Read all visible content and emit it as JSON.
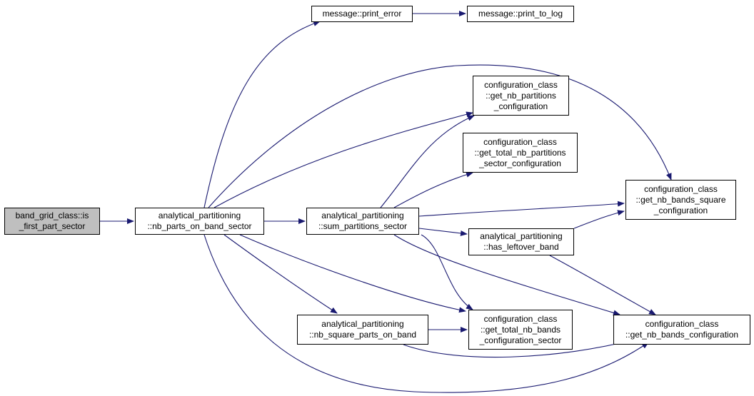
{
  "colors": {
    "edge": "#191970",
    "node_border": "#000000",
    "root_fill": "#bfbfbf",
    "node_fill": "#ffffff"
  },
  "nodes": {
    "root": {
      "line1": "band_grid_class::is",
      "line2": "_first_part_sector"
    },
    "nb_parts": {
      "line1": "analytical_partitioning",
      "line2": "::nb_parts_on_band_sector"
    },
    "print_error": {
      "line1": "message::print_error"
    },
    "print_to_log": {
      "line1": "message::print_to_log"
    },
    "get_nb_partitions": {
      "line1": "configuration_class",
      "line2": "::get_nb_partitions",
      "line3": "_configuration"
    },
    "get_total_nb_partitions": {
      "line1": "configuration_class",
      "line2": "::get_total_nb_partitions",
      "line3": "_sector_configuration"
    },
    "sum_partitions": {
      "line1": "analytical_partitioning",
      "line2": "::sum_partitions_sector"
    },
    "get_nb_bands_square": {
      "line1": "configuration_class",
      "line2": "::get_nb_bands_square",
      "line3": "_configuration"
    },
    "has_leftover": {
      "line1": "analytical_partitioning",
      "line2": "::has_leftover_band"
    },
    "nb_square_parts": {
      "line1": "analytical_partitioning",
      "line2": "::nb_square_parts_on_band"
    },
    "get_total_nb_bands": {
      "line1": "configuration_class",
      "line2": "::get_total_nb_bands",
      "line3": "_configuration_sector"
    },
    "get_nb_bands": {
      "line1": "configuration_class",
      "line2": "::get_nb_bands_configuration"
    }
  }
}
